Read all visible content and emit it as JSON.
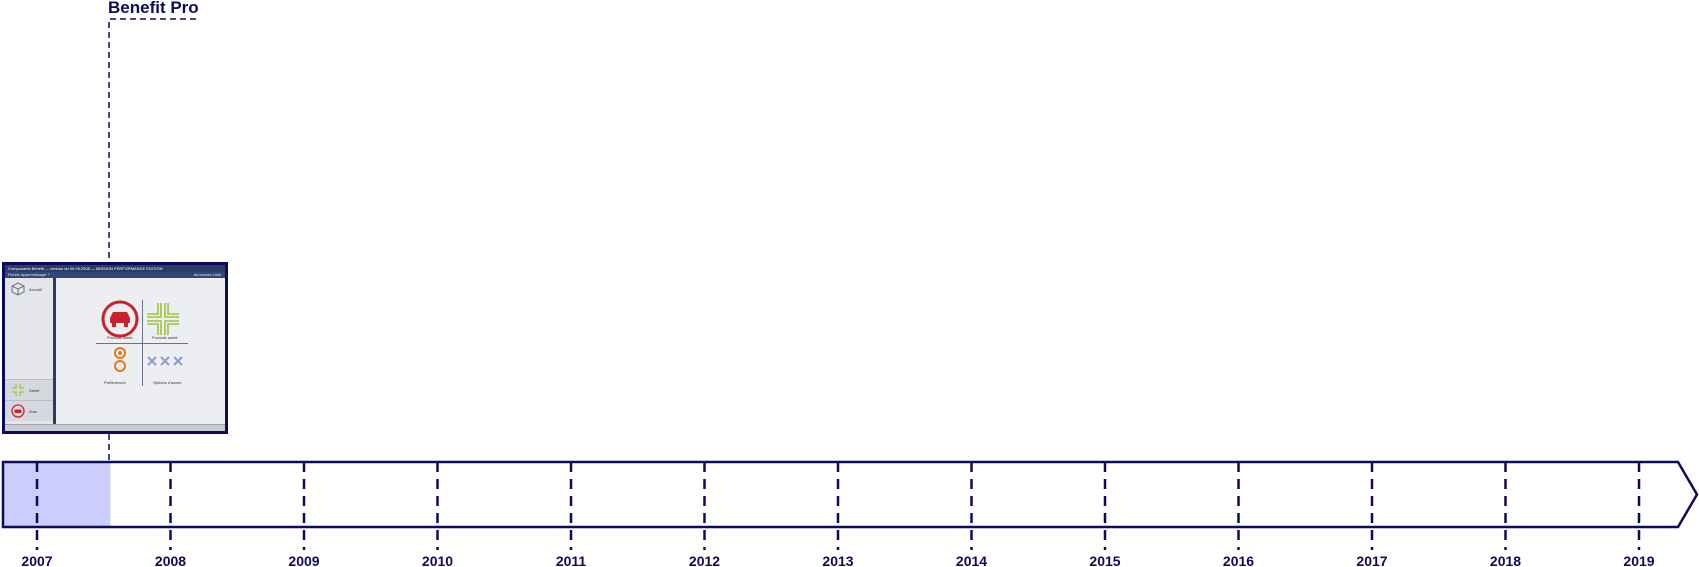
{
  "title": "Benefit Pro",
  "years": [
    "2007",
    "2008",
    "2009",
    "2010",
    "2011",
    "2012",
    "2013",
    "2014",
    "2015",
    "2016",
    "2017",
    "2018",
    "2019"
  ],
  "highlight_fraction_of_year": 0.55,
  "colors": {
    "navy": "#0b0b5e",
    "highlight": "#cccdfc",
    "screen_accent": "#2b3b66"
  },
  "screenshot": {
    "window_title": "Composants Benefit — version du 09.09.2008 — MISSION PERFORMANCE EDITION",
    "menu": "Fichier   Apprentissage   ?",
    "menu_right": "Annonces   Liste   ",
    "sidebar_top_label": "Accueil",
    "sidebar_items": [
      "Santé",
      "Auto"
    ],
    "tiles": [
      "Produits santé",
      "Produits santé",
      "Préférences",
      "Options d'accès"
    ],
    "icons": [
      "car-icon",
      "cross-icon",
      "rings-icon",
      "xxx-icon"
    ]
  }
}
